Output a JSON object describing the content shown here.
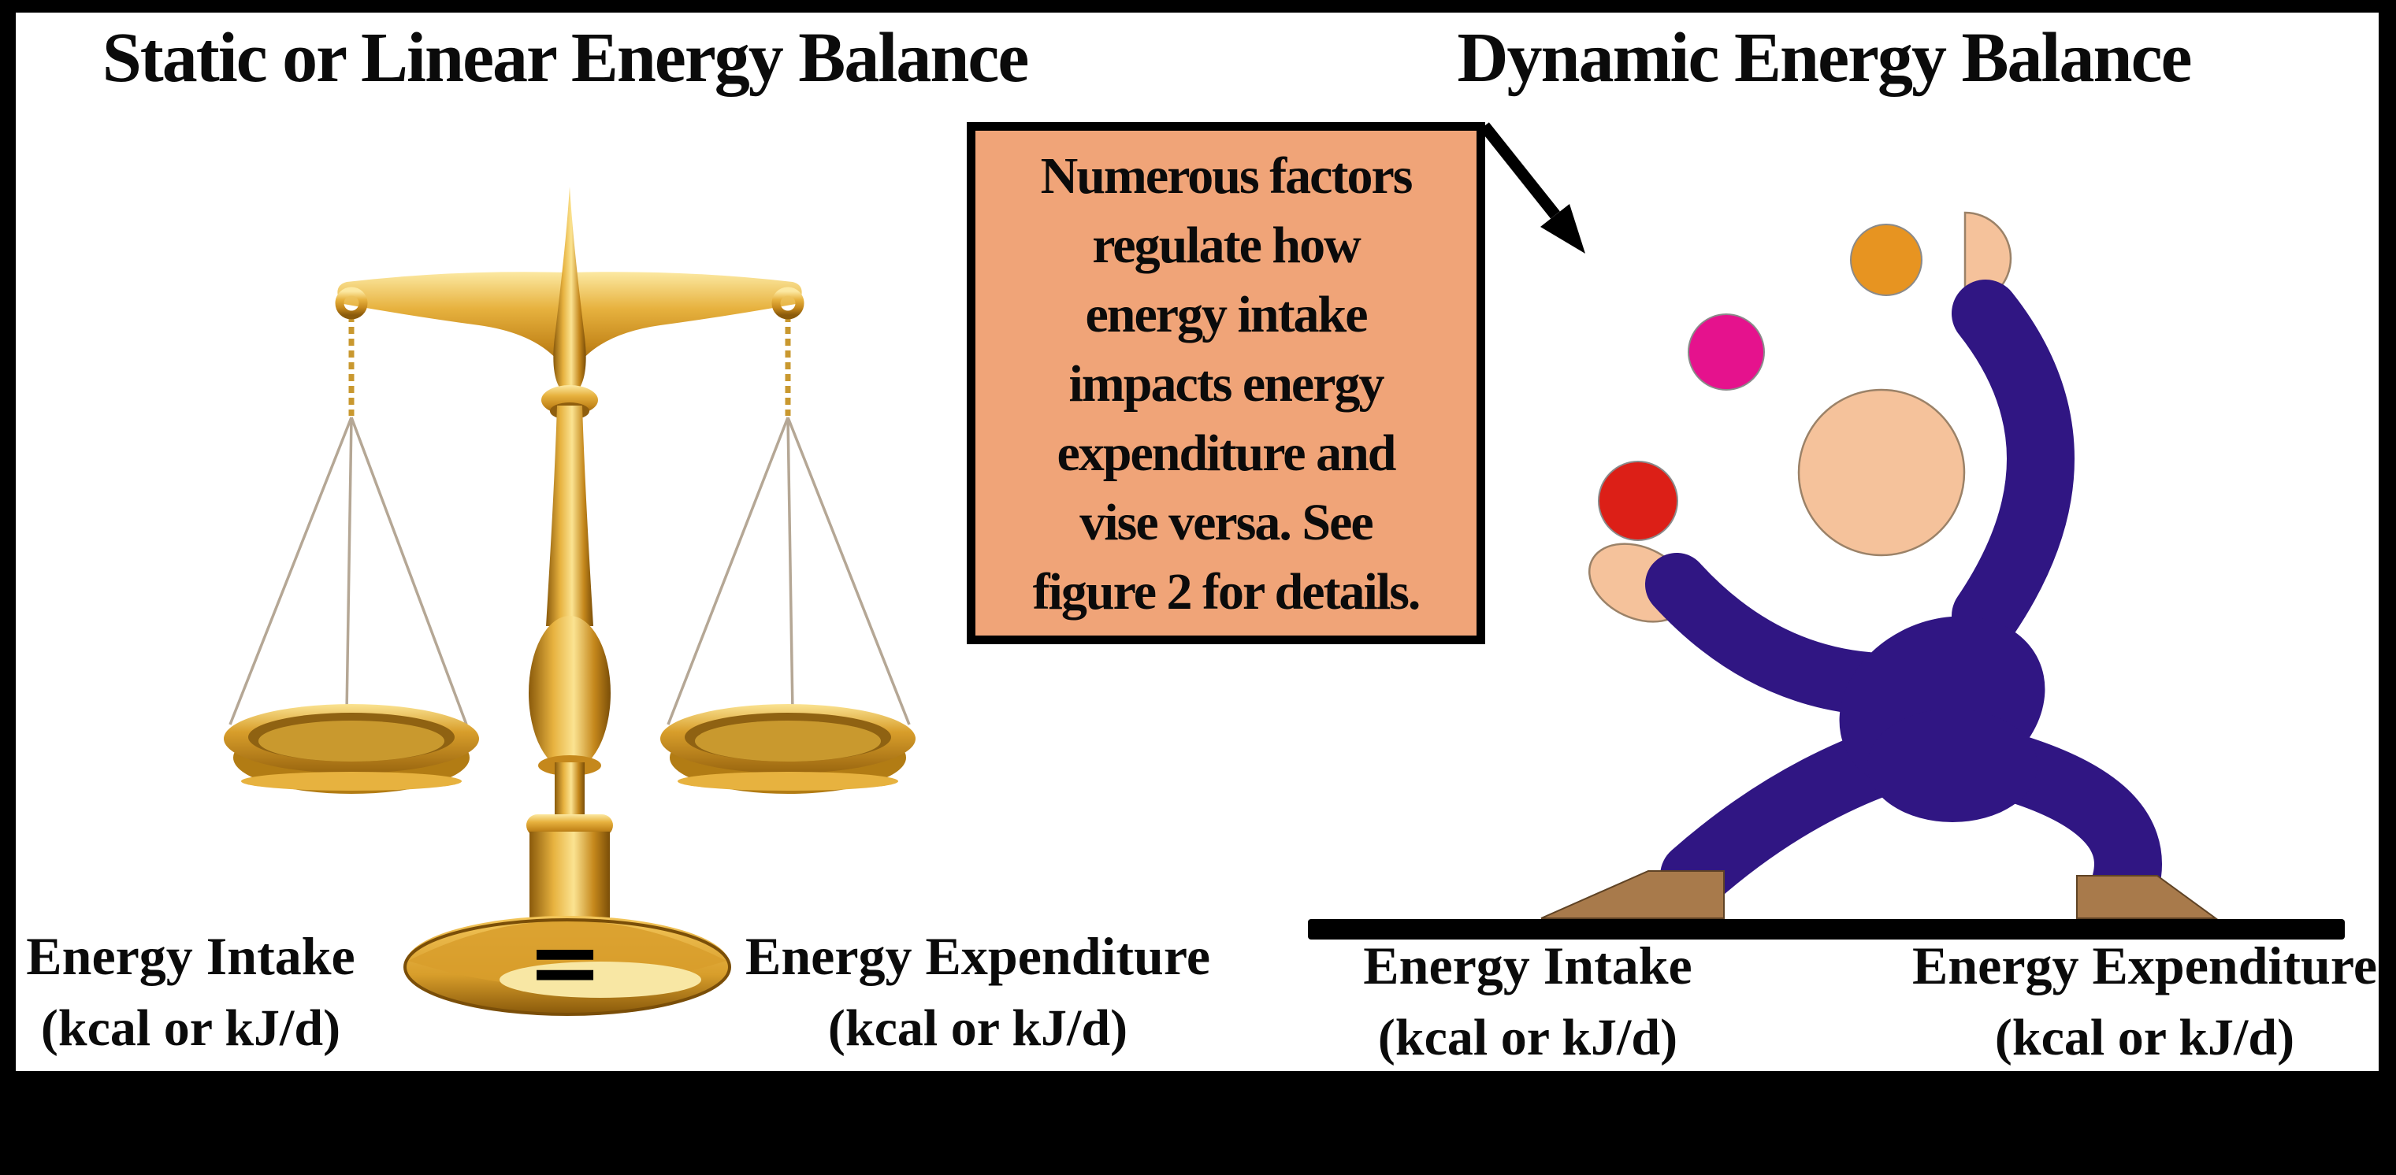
{
  "figure": {
    "left_panel": {
      "title": "Static or Linear Energy Balance",
      "graphic": "golden-balance-scale",
      "intake_label": {
        "line1": "Energy Intake",
        "line2": "(kcal or kJ/d)"
      },
      "equals_sign": "=",
      "expenditure_label": {
        "line1": "Energy Expenditure",
        "line2": "(kcal or kJ/d)"
      }
    },
    "right_panel": {
      "title": "Dynamic Energy Balance",
      "graphic": "juggler-figure",
      "callout": {
        "lines": [
          "Numerous factors",
          "regulate how",
          "energy intake",
          "impacts energy",
          "expenditure and",
          "vise versa. See",
          "figure 2 for details."
        ],
        "background": "#F0A478",
        "border_color": "#000000"
      },
      "intake_label": {
        "line1": "Energy Intake",
        "line2": "(kcal or kJ/d)"
      },
      "expenditure_label": {
        "line1": "Energy Expenditure",
        "line2": "(kcal or kJ/d)"
      }
    },
    "palette": {
      "frame": "#000000",
      "panel": "#FFFFFF",
      "text": "#0B0B0B",
      "gold_light": "#FBE391",
      "gold_mid": "#D89E2B",
      "gold_dark": "#8A5A0B",
      "juggler_body": "#301683",
      "juggler_skin": "#F5C29B",
      "ball_red": "#DC1F17",
      "ball_pink": "#E5128D",
      "ball_orange": "#E79421",
      "shoe_brown": "#A87A4B",
      "ground": "#000000"
    }
  }
}
